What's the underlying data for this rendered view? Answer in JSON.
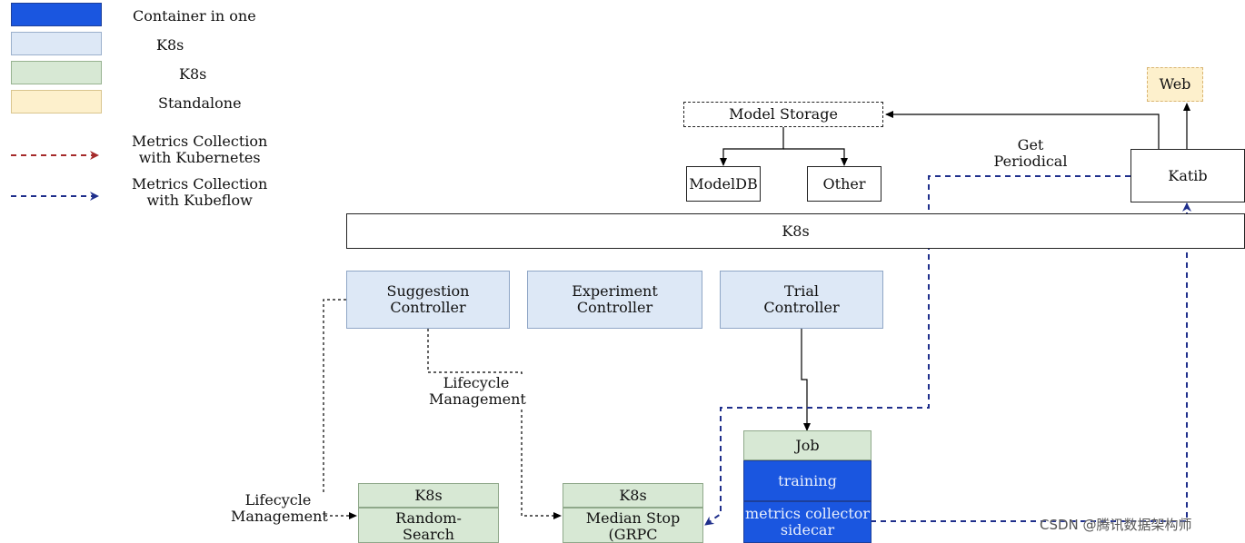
{
  "legend": {
    "items": [
      {
        "label": "Container in one",
        "color": "#1a56e0"
      },
      {
        "label": "K8s",
        "color": "#dde8f6"
      },
      {
        "label": "K8s",
        "color": "#d7e8d4"
      },
      {
        "label": "Standalone",
        "color": "#fdf0cc"
      }
    ],
    "arrows": [
      {
        "label": "Metrics Collection\nwith Kubernetes",
        "color": "#a52a2a"
      },
      {
        "label": "Metrics Collection\nwith Kubeflow",
        "color": "#1f2f8c"
      }
    ]
  },
  "nodes": {
    "web": "Web",
    "model_storage": "Model Storage",
    "modeldb": "ModelDB",
    "other": "Other",
    "katib": "Katib",
    "k8s_bar": "K8s",
    "suggestion_controller": "Suggestion\nController",
    "experiment_controller": "Experiment\nController",
    "trial_controller": "Trial\nController",
    "job": "Job",
    "training": "training",
    "metrics_collector": "metrics collector\nsidecar",
    "random_header": "K8s",
    "random_body": "Random-\nSearch",
    "median_header": "K8s",
    "median_body": "Median Stop\n(GRPC"
  },
  "edge_labels": {
    "get_periodical": "Get\nPeriodical",
    "lifecycle_mid": "Lifecycle\nManagement",
    "lifecycle_left": "Lifecycle\nManagement"
  },
  "watermark": "CSDN @腾讯数据架构师"
}
